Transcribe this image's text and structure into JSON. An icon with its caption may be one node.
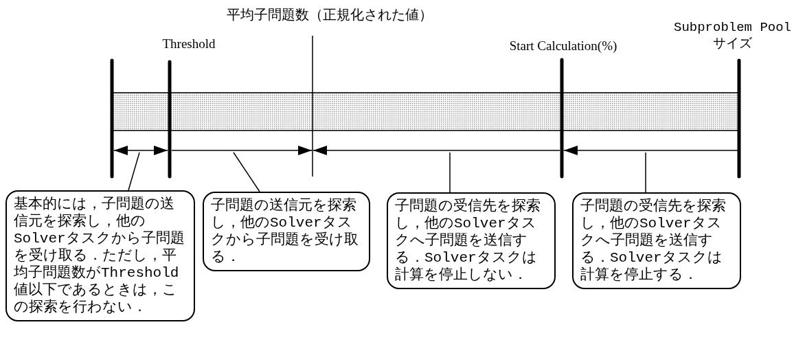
{
  "diagram": {
    "title": "平均子問題数（正規化された値）",
    "nodes": [
      {
        "text": [
          "基本的には，子問題の送信元を探索し，他のSolverタスクから子問題を受け取る．ただし，平均子問題数がThreshold値以下であるときは，この探索を行わない．"
        ]
      },
      {
        "text": [
          "子問題の送信元を探索し，他のSolverタスクから子問題を受け取る．"
        ]
      },
      {
        "text": [
          "子問題の受信先を探索し，他のSolverタスクへ子問題を送信する．Solverタスクは計算を停止しない．"
        ]
      },
      {
        "text": [
          "子問題の受信先を探索し，他のSolverタスクへ子問題を送信する．Solverタスクは計算を停止する．"
        ]
      }
    ],
    "edges": [
      {
        "from": 0,
        "to": null,
        "arrow": "none"
      },
      {
        "from": 1,
        "to": null,
        "arrow": "none"
      },
      {
        "from": 2,
        "to": null,
        "arrow": "none"
      },
      {
        "from": 3,
        "to": null,
        "arrow": "none"
      }
    ],
    "labels": [
      "Threshold",
      "Start Calculation(%)",
      "Subproblem Pool サイズ"
    ]
  }
}
